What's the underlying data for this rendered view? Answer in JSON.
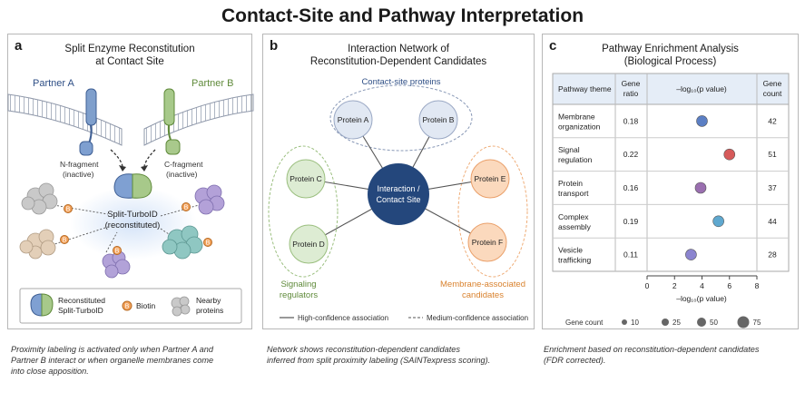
{
  "title": "Contact-Site and Pathway Interpretation",
  "panel_a": {
    "label": "a",
    "title_line1": "Split Enzyme Reconstitution",
    "title_line2": "at Contact Site",
    "partner_a": "Partner A",
    "partner_b": "Partner B",
    "n_fragment_1": "N-fragment",
    "n_fragment_2": "(inactive)",
    "c_fragment_1": "C-fragment",
    "c_fragment_2": "(inactive)",
    "enzyme_1": "Split-TurboID",
    "enzyme_2": "(reconstituted)",
    "biotin_letter": "B",
    "legend_enzyme_1": "Reconstituted",
    "legend_enzyme_2": "Split-TurboID",
    "legend_biotin": "Biotin",
    "legend_nearby_1": "Nearby",
    "legend_nearby_2": "proteins",
    "colors": {
      "partner_a": "#2f4f86",
      "partner_b": "#5f8a3a"
    }
  },
  "panel_b": {
    "label": "b",
    "title_line1": "Interaction Network of",
    "title_line2": "Reconstitution-Dependent Candidates",
    "contact_group": "Contact-site proteins",
    "hub_line1": "Interaction /",
    "hub_line2": "Contact Site",
    "protein_a": "Protein A",
    "protein_b": "Protein B",
    "protein_c": "Protein C",
    "protein_d": "Protein D",
    "protein_e": "Protein E",
    "protein_f": "Protein F",
    "signaling_1": "Signaling",
    "signaling_2": "regulators",
    "membrane_1": "Membrane-associated",
    "membrane_2": "candidates",
    "legend_high": "High-confidence association",
    "legend_medium": "Medium-confidence association",
    "colors": {
      "hub": "#24477c",
      "contact": "#e1e8f3",
      "signaling": "#ddecd3",
      "membrane": "#fbd9bd"
    }
  },
  "panel_c": {
    "label": "c",
    "title_line1": "Pathway Enrichment Analysis",
    "title_line2": "(Biological Process)",
    "col_theme": "Pathway theme",
    "col_ratio_1": "Gene",
    "col_ratio_2": "ratio",
    "col_pval": "–log₁₀(p value)",
    "col_count_1": "Gene",
    "col_count_2": "count",
    "gene_count_label": "Gene count",
    "size_legend": [
      "10",
      "25",
      "50",
      "75"
    ]
  },
  "chart_data": {
    "type": "scatter",
    "xlabel": "–log₁₀(p value)",
    "xlim": [
      0,
      8
    ],
    "xticks": [
      "0",
      "2",
      "4",
      "6",
      "8"
    ],
    "rows": [
      {
        "theme_1": "Membrane",
        "theme_2": "organization",
        "ratio": "0.18",
        "pval": 4.0,
        "count": "42",
        "color": "#5b7fc4"
      },
      {
        "theme_1": "Signal",
        "theme_2": "regulation",
        "ratio": "0.22",
        "pval": 6.0,
        "count": "51",
        "color": "#d65a5a"
      },
      {
        "theme_1": "Protein",
        "theme_2": "transport",
        "ratio": "0.16",
        "pval": 3.9,
        "count": "37",
        "color": "#9a6fb0"
      },
      {
        "theme_1": "Complex",
        "theme_2": "assembly",
        "ratio": "0.19",
        "pval": 5.2,
        "count": "44",
        "color": "#5fa8cf"
      },
      {
        "theme_1": "Vesicle",
        "theme_2": "trafficking",
        "ratio": "0.11",
        "pval": 3.2,
        "count": "28",
        "color": "#8b84cf"
      }
    ]
  },
  "captions": {
    "a": [
      "Proximity labeling is activated only when Partner A and",
      "Partner B interact or when organelle membranes come",
      "into close apposition."
    ],
    "b": [
      "Network shows reconstitution-dependent candidates",
      "inferred from split proximity labeling (SAINTexpress scoring)."
    ],
    "c": [
      "Enrichment based on reconstitution-dependent candidates",
      "(FDR corrected)."
    ]
  }
}
